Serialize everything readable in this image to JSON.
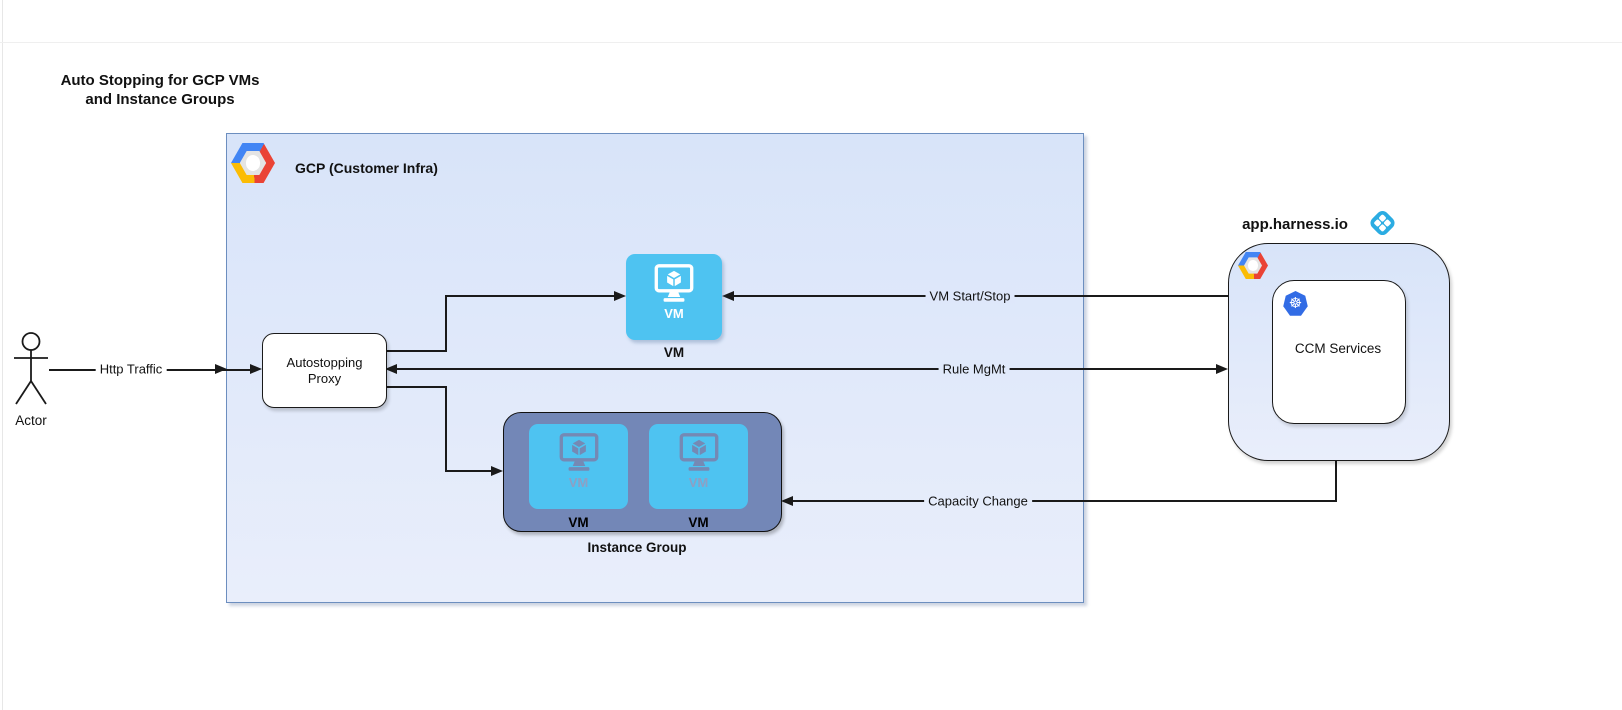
{
  "title": {
    "line1": "Auto Stopping for GCP VMs",
    "line2": "and Instance Groups"
  },
  "actor": {
    "label": "Actor"
  },
  "gcp_container": {
    "label": "GCP (Customer Infra)"
  },
  "proxy": {
    "line1": "Autostopping",
    "line2": "Proxy"
  },
  "vm_node": {
    "icon_label": "VM",
    "label": "VM"
  },
  "instance_group": {
    "label": "Instance Group",
    "tiles": [
      {
        "icon_label": "VM",
        "label": "VM"
      },
      {
        "icon_label": "VM",
        "label": "VM"
      }
    ]
  },
  "harness": {
    "domain": "app.harness.io",
    "ccm_label": "CCM Services"
  },
  "edges": {
    "http_traffic": {
      "label": "Http Traffic"
    },
    "vm_start_stop": {
      "label": "VM Start/Stop"
    },
    "rule_mgmt": {
      "label": "Rule MgMt"
    },
    "capacity_change": {
      "label": "Capacity Change"
    }
  },
  "icons": {
    "gcp_logo": "google-cloud-hexagon",
    "harness_logo": "harness-diamond",
    "kubernetes_logo": "kubernetes-wheel",
    "vm_icon": "monitor-with-cube",
    "actor_icon": "stick-figure"
  },
  "colors": {
    "gcp_fill": "#dae8fc",
    "gcp_border": "#6c8ebf",
    "vm_blue": "#4ec3f1",
    "instance_group_fill": "#7387b7",
    "harness_blue": "#2bace2",
    "kubernetes_blue": "#326ce5",
    "google_blue": "#4285f4",
    "google_red": "#ea4335",
    "google_yellow": "#fbbc05",
    "edge_color": "#1a1a1a"
  },
  "k8s_glyph": "☸"
}
